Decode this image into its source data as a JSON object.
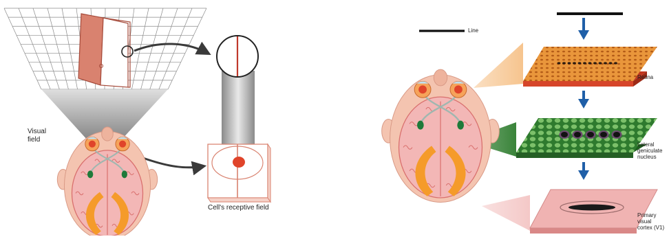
{
  "left_panel": {
    "visual_field_label": "Visual\nfield",
    "receptive_field_label": "Cell's receptive field"
  },
  "right_panel": {
    "line_label": "Line",
    "stages": [
      {
        "label": "Retina"
      },
      {
        "label": "Lateral\ngeniculate\nnucleus"
      },
      {
        "label": "Primary\nvisual\ncortex (V1)"
      }
    ]
  },
  "colors": {
    "skin": "#f4c4b0",
    "brain_pink": "#f3b7b6",
    "brain_outline": "#d9706e",
    "orange": "#f59b2a",
    "red_accent": "#e0442a",
    "door": "#d9826f",
    "retina_orange": "#e9963b",
    "lgn_green": "#3b8a3a",
    "v1_pink": "#f0b3b2",
    "arrow_blue": "#1f5fa8"
  }
}
